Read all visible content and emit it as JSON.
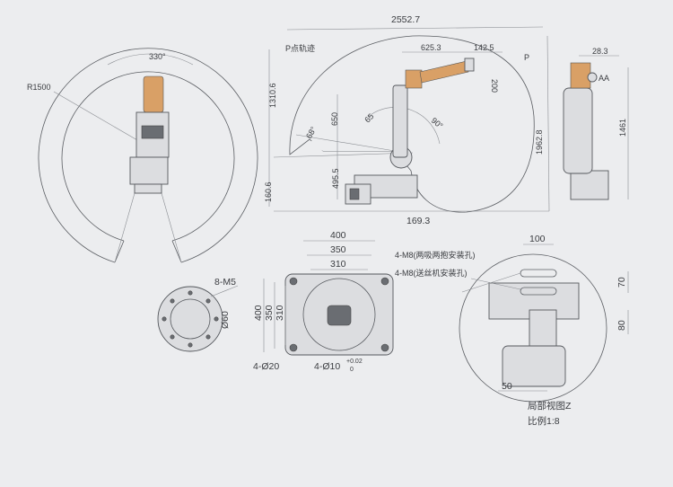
{
  "top_view": {
    "angle_label": "330°",
    "radius_label": "R1500"
  },
  "side_view": {
    "total_width": "2552.7",
    "trajectory_label": "P点轨迹",
    "dim_625": "625.3",
    "dim_142": "142.5",
    "point_label": "P",
    "dim_200": "200",
    "dim_1310": "1310.6",
    "dim_650": "650",
    "angle_65": "65",
    "angle_90": "90°",
    "angle_68": "68°",
    "dim_1962": "1962.8",
    "dim_495": "495.5",
    "dim_160": "160.6",
    "dim_169": "169.3"
  },
  "front_view": {
    "dim_28": "28.3",
    "label_aa": "AA",
    "dim_1461": "1461"
  },
  "flange_view": {
    "holes_label": "8-M5",
    "diameter_label": "Ø60"
  },
  "base_view": {
    "w400": "400",
    "w350": "350",
    "w310": "310",
    "h400": "400",
    "h350": "350",
    "h310": "310",
    "holes_20": "4-Ø20",
    "holes_10": "4-Ø10",
    "tol_upper": "+0.02",
    "tol_lower": "0"
  },
  "detail_view": {
    "callout_1": "4-M8(两吸两抱安装孔)",
    "callout_2": "4-M8(送丝机安装孔)",
    "dim_100": "100",
    "dim_70": "70",
    "dim_80": "80",
    "dim_50": "50",
    "title": "局部视图Z",
    "scale": "比例1:8"
  }
}
